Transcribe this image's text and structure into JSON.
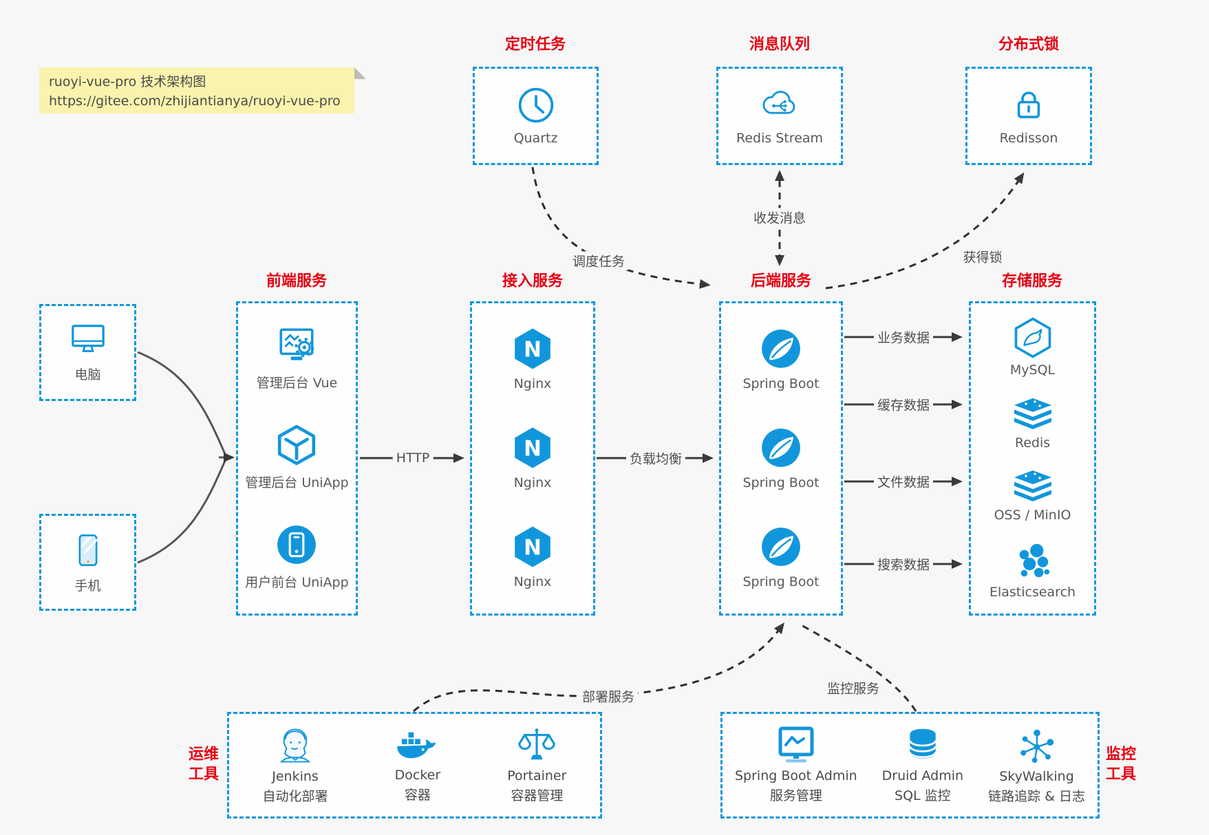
{
  "note": {
    "line1": "ruoyi-vue-pro 技术架构图",
    "line2": "https://gitee.com/zhijiantianya/ruoyi-vue-pro"
  },
  "colors": {
    "accent_blue": "#1296DB",
    "title_red": "#E60012",
    "note_bg": "#FAF3AD",
    "canvas_bg": "#F7F7F7",
    "arrow_dark": "#3A3A3A"
  },
  "top_groups": [
    {
      "title": "定时任务",
      "item": {
        "label": "Quartz",
        "icon": "clock-icon"
      }
    },
    {
      "title": "消息队列",
      "item": {
        "label": "Redis Stream",
        "icon": "cloud-queue-icon"
      }
    },
    {
      "title": "分布式锁",
      "item": {
        "label": "Redisson",
        "icon": "lock-icon"
      }
    }
  ],
  "clients": [
    {
      "label": "电脑",
      "icon": "desktop-icon"
    },
    {
      "label": "手机",
      "icon": "smartphone-icon"
    }
  ],
  "columns": [
    {
      "title": "前端服务",
      "items": [
        {
          "label": "管理后台 Vue",
          "icon": "admin-vue-icon"
        },
        {
          "label": "管理后台 UniApp",
          "icon": "uniapp-cube-icon"
        },
        {
          "label": "用户前台 UniApp",
          "icon": "user-uniapp-icon"
        }
      ]
    },
    {
      "title": "接入服务",
      "items": [
        {
          "label": "Nginx",
          "icon": "nginx-icon"
        },
        {
          "label": "Nginx",
          "icon": "nginx-icon"
        },
        {
          "label": "Nginx",
          "icon": "nginx-icon"
        }
      ]
    },
    {
      "title": "后端服务",
      "items": [
        {
          "label": "Spring Boot",
          "icon": "spring-boot-icon"
        },
        {
          "label": "Spring Boot",
          "icon": "spring-boot-icon"
        },
        {
          "label": "Spring Boot",
          "icon": "spring-boot-icon"
        }
      ]
    },
    {
      "title": "存储服务",
      "items": [
        {
          "label": "MySQL",
          "icon": "mysql-icon"
        },
        {
          "label": "Redis",
          "icon": "redis-icon"
        },
        {
          "label": "OSS / MinIO",
          "icon": "oss-minio-icon"
        },
        {
          "label": "Elasticsearch",
          "icon": "elasticsearch-icon"
        }
      ]
    }
  ],
  "bottom_groups": [
    {
      "title_line1": "运维",
      "title_line2": "工具",
      "items": [
        {
          "name": "Jenkins",
          "desc": "自动化部署",
          "icon": "jenkins-icon"
        },
        {
          "name": "Docker",
          "desc": "容器",
          "icon": "docker-icon"
        },
        {
          "name": "Portainer",
          "desc": "容器管理",
          "icon": "portainer-icon"
        }
      ]
    },
    {
      "title_line1": "监控",
      "title_line2": "工具",
      "items": [
        {
          "name": "Spring Boot Admin",
          "desc": "服务管理",
          "icon": "spring-boot-admin-icon"
        },
        {
          "name": "Druid Admin",
          "desc": "SQL 监控",
          "icon": "druid-icon"
        },
        {
          "name": "SkyWalking",
          "desc": "链路追踪 & 日志",
          "icon": "skywalking-icon"
        }
      ]
    }
  ],
  "edges": {
    "http": "HTTP",
    "load_balance": "负载均衡",
    "schedule": "调度任务",
    "message": "收发消息",
    "acquire_lock": "获得锁",
    "business_data": "业务数据",
    "cache_data": "缓存数据",
    "file_data": "文件数据",
    "search_data": "搜索数据",
    "deploy": "部署服务",
    "monitor": "监控服务"
  }
}
